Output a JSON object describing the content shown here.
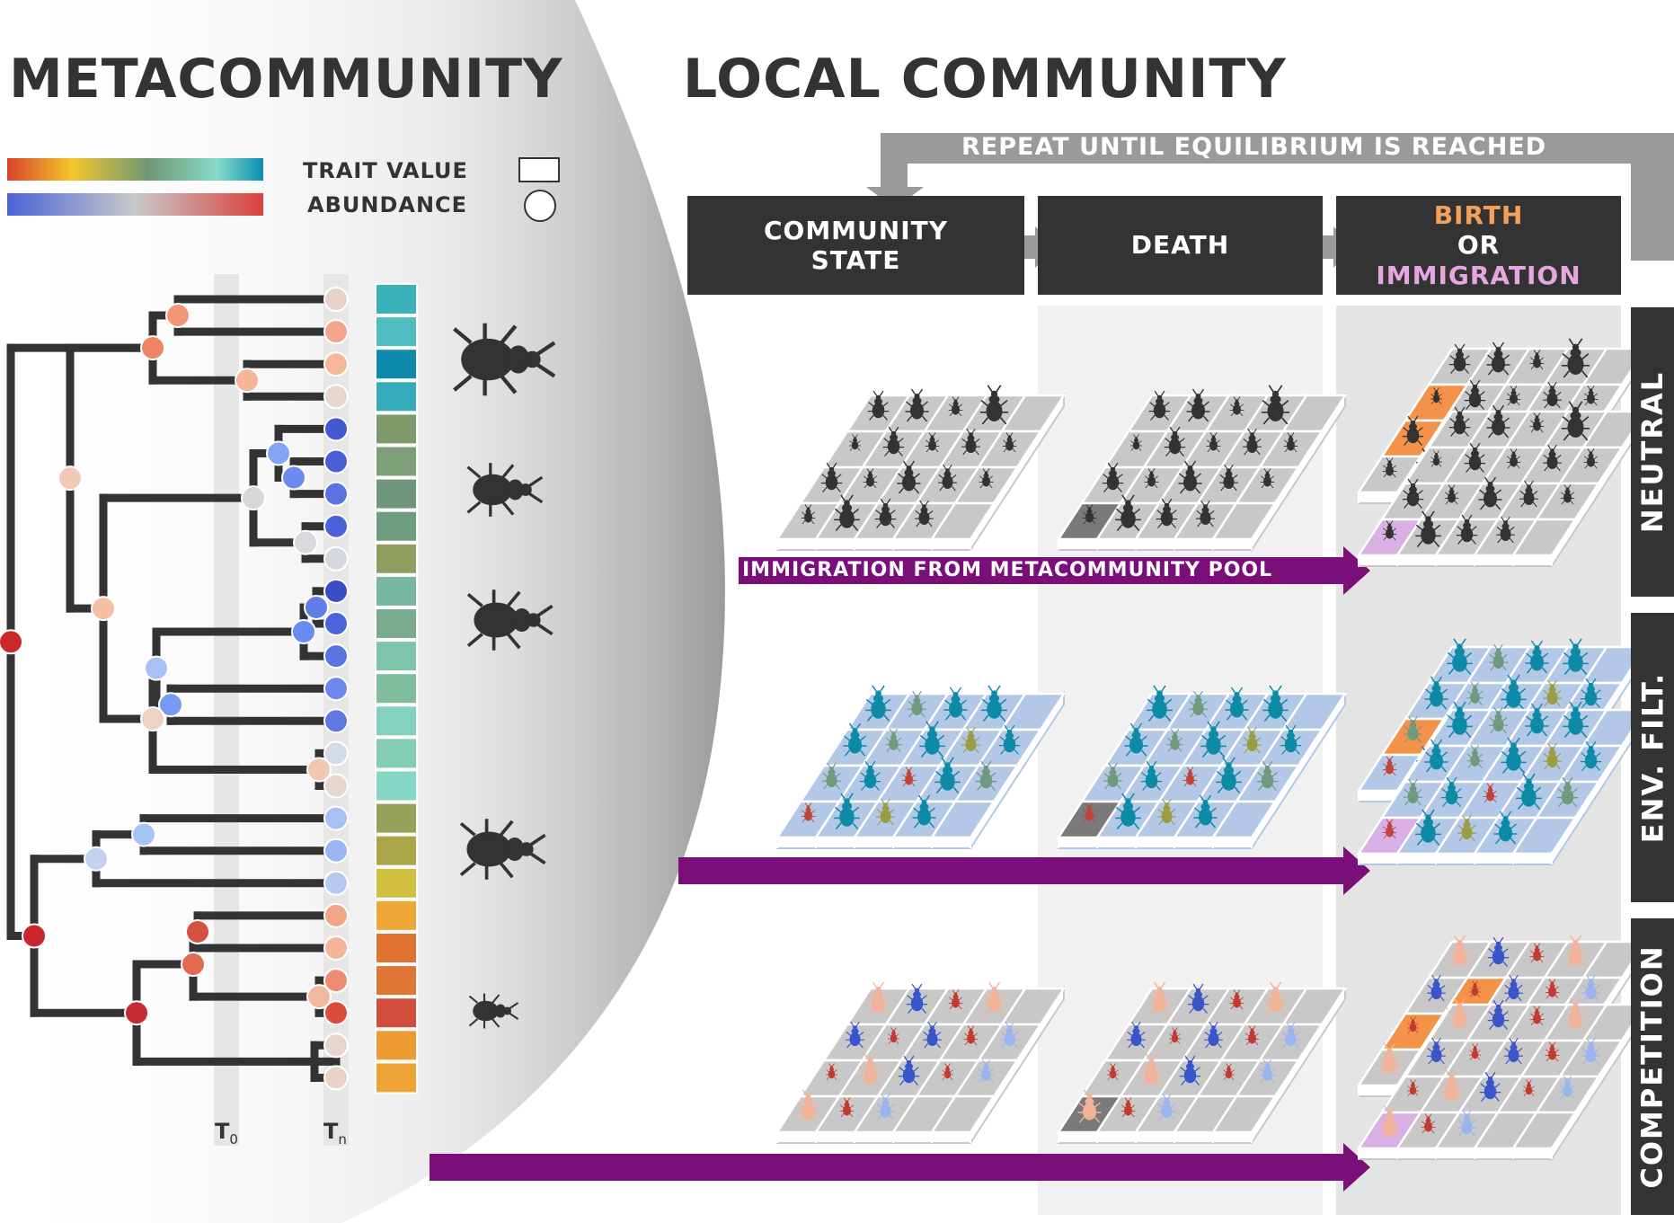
{
  "titles": {
    "metacommunity": "METACOMMUNITY",
    "local_community": "LOCAL COMMUNITY"
  },
  "legend": {
    "trait_value": "TRAIT VALUE",
    "abundance": "ABUNDANCE",
    "trait_gradient": [
      "#d7432c",
      "#f5c62d",
      "#6f9773",
      "#86dcc9",
      "#0b8db1"
    ],
    "abundance_gradient": [
      "#4a63d8",
      "#c9c9c9",
      "#d9413c"
    ]
  },
  "loop_label": "REPEAT UNTIL EQUILIBRIUM IS REACHED",
  "steps": {
    "community_state": {
      "line1": "COMMUNITY",
      "line2": "STATE"
    },
    "death": "DEATH",
    "birth": {
      "line1": "BIRTH",
      "line2": "OR",
      "line3": "IMMIGRATION",
      "birth_color": "#f5a05a",
      "immigration_color": "#e6a7e0"
    }
  },
  "scenarios": {
    "neutral": "NEUTRAL",
    "env_filt": "ENV. FILT.",
    "competition": "COMPETITION"
  },
  "immigration_label": "IMMIGRATION FROM METACOMMUNITY POOL",
  "time_axis": {
    "t0": "T",
    "t0_sub": "0",
    "tn": "T",
    "tn_sub": "n"
  },
  "colors": {
    "dark": "#333333",
    "immigration_arrow": "#7a0f79",
    "death_cell": "#7a7a7a",
    "birth_cell": "#f39248",
    "immigration_cell": "#d9b0e6",
    "env_grid": "#b3c8e6",
    "plain_grid": "#c8c8c8"
  },
  "trait_swatches": [
    "#3ab1bb",
    "#4fbdc0",
    "#0f8aad",
    "#35aabb",
    "#7f9a6a",
    "#7c9f77",
    "#6f957c",
    "#6f9d7f",
    "#909e5f",
    "#78b8a3",
    "#7aab8e",
    "#7ec4ab",
    "#80bd9d",
    "#84d1bd",
    "#84ccb3",
    "#85d6c2",
    "#98a15a",
    "#aba448",
    "#d1bf3f",
    "#efa838",
    "#e07232",
    "#e07634",
    "#d34d3c",
    "#ec9b33",
    "#eda434"
  ],
  "abundance_tips": [
    "#e9d3c8",
    "#f2a58b",
    "#f5b79a",
    "#e8d5cb",
    "#4459d1",
    "#4a5fd5",
    "#5b72e0",
    "#4c62d8",
    "#d5d8e0",
    "#3b4ec8",
    "#4d63da",
    "#5a74e2",
    "#6d88ea",
    "#5f78e2",
    "#d5dbe7",
    "#e8d5cb",
    "#a8c1f4",
    "#9cb6f1",
    "#b6c9f0",
    "#f1a688",
    "#f4b59b",
    "#ee8c72",
    "#dc4c3d",
    "#e8d5cb",
    "#e9d3c8"
  ],
  "internal_nodes": [
    {
      "id": "n1",
      "color": "#f29677"
    },
    {
      "id": "n2",
      "color": "#ee8563"
    },
    {
      "id": "n3",
      "color": "#f5b698"
    },
    {
      "id": "n4",
      "color": "#84a5f5"
    },
    {
      "id": "n5",
      "color": "#6b8cee"
    },
    {
      "id": "n6",
      "color": "#d7d7d7"
    },
    {
      "id": "n7",
      "color": "#d7d9de"
    },
    {
      "id": "n8",
      "color": "#5f7ee7"
    },
    {
      "id": "n9",
      "color": "#6a8cef"
    },
    {
      "id": "n10",
      "color": "#f5c0a4"
    },
    {
      "id": "n11",
      "color": "#a8c0f5"
    },
    {
      "id": "n12",
      "color": "#7a9af2"
    },
    {
      "id": "n13",
      "color": "#efd2c4"
    },
    {
      "id": "n14",
      "color": "#f2c9b5"
    },
    {
      "id": "n15",
      "color": "#f2c6b0"
    },
    {
      "id": "n16",
      "color": "#a9c3f4"
    },
    {
      "id": "n17",
      "color": "#c3d3ee"
    },
    {
      "id": "n18",
      "color": "#cc2a2a"
    },
    {
      "id": "n19",
      "color": "#c7282c"
    },
    {
      "id": "n20",
      "color": "#d85140"
    },
    {
      "id": "n21",
      "color": "#e26a52"
    },
    {
      "id": "n22",
      "color": "#c72a30"
    },
    {
      "id": "n23",
      "color": "#c8252d"
    },
    {
      "id": "n24",
      "color": "#f2b89d"
    }
  ]
}
